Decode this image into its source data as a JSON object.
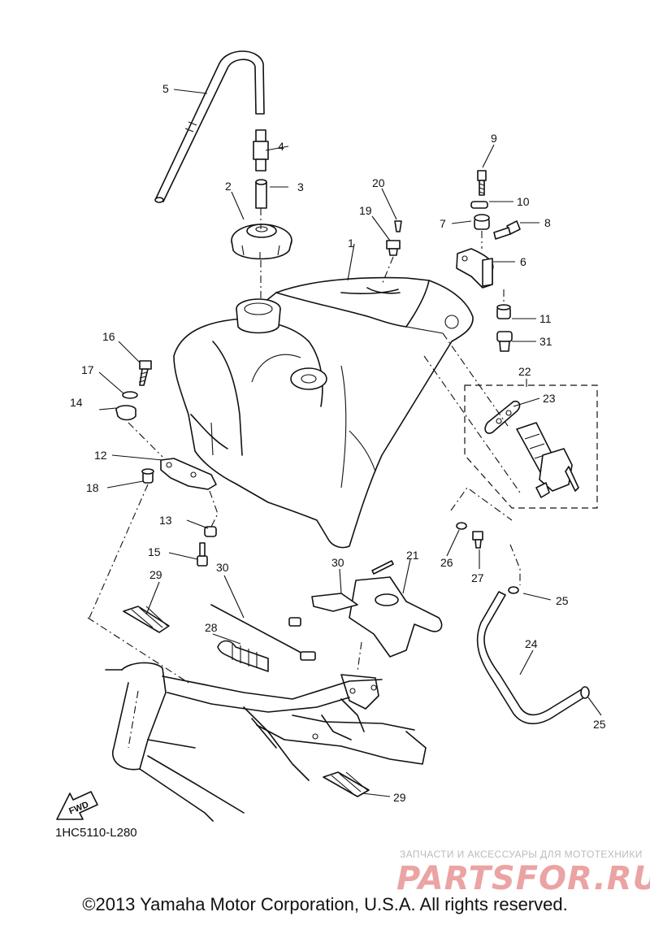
{
  "diagram": {
    "drawing_code": "1HC5110-L280",
    "fwd_label": "FWD",
    "callouts": [
      "1",
      "2",
      "3",
      "4",
      "5",
      "6",
      "7",
      "8",
      "9",
      "10",
      "11",
      "12",
      "13",
      "14",
      "15",
      "16",
      "17",
      "18",
      "19",
      "20",
      "21",
      "22",
      "23",
      "24",
      "25",
      "25",
      "26",
      "27",
      "28",
      "29",
      "29",
      "30",
      "30",
      "31"
    ]
  },
  "watermark": {
    "tagline": "ЗАПЧАСТИ И АКСЕССУАРЫ ДЛЯ МОТОТЕХНИКИ",
    "brand": "PARTSFOR.RU"
  },
  "footer": {
    "copyright": "©2013 Yamaha Motor Corporation, U.S.A. All rights reserved."
  }
}
